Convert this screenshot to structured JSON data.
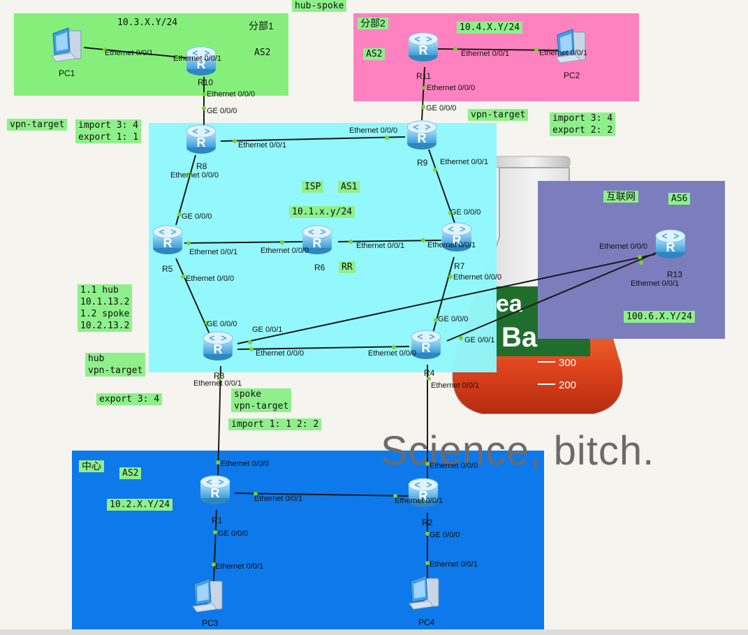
{
  "colors": {
    "branch1": "#86ef7c",
    "branch2": "#ff82c0",
    "isp": "#8ff8fb",
    "internet": "#7b7dbd",
    "center": "#0e79ea",
    "label_bg": "#8ef08a",
    "link": "#1a1a1a",
    "port_dot": "#7cd12a"
  },
  "top_label": "hub-spoke",
  "zones": {
    "branch1": {
      "title": "分部1",
      "as": "AS2",
      "subnet": "10.3.X.Y/24"
    },
    "branch2": {
      "title": "分部2",
      "as": "AS2",
      "subnet": "10.4.X.Y/24"
    },
    "isp": {
      "title": "ISP",
      "as": "AS1",
      "subnet": "10.1.x.y/24",
      "rr": "RR"
    },
    "internet": {
      "title": "互联网",
      "as": "AS6",
      "subnet": "100.6.X.Y/24"
    },
    "center": {
      "title": "中心",
      "as": "AS2",
      "subnet": "10.2.X.Y/24"
    }
  },
  "annotations": {
    "r8_vpn_target": "vpn-target",
    "r8_rt": "import 3: 4\nexport 1: 1",
    "r9_vpn_target": "vpn-target",
    "r9_rt": "import 3: 4\nexport 2: 2",
    "r3_routes": "1.1 hub\n10.1.13.2\n1.2 spoke\n10.2.13.2",
    "hub_vpn_target": "hub\nvpn-target",
    "hub_export": "export 3: 4",
    "spoke_vpn_target": "spoke\nvpn-target",
    "spoke_import": "import 1: 1 2: 2"
  },
  "devices": [
    {
      "id": "PC1",
      "kind": "pc"
    },
    {
      "id": "R10",
      "kind": "router"
    },
    {
      "id": "R11",
      "kind": "router"
    },
    {
      "id": "PC2",
      "kind": "pc"
    },
    {
      "id": "R8",
      "kind": "router"
    },
    {
      "id": "R9",
      "kind": "router"
    },
    {
      "id": "R5",
      "kind": "router"
    },
    {
      "id": "R6",
      "kind": "router"
    },
    {
      "id": "R7",
      "kind": "router"
    },
    {
      "id": "R3",
      "kind": "router"
    },
    {
      "id": "R4",
      "kind": "router"
    },
    {
      "id": "R13",
      "kind": "router"
    },
    {
      "id": "R1",
      "kind": "router"
    },
    {
      "id": "R2",
      "kind": "router"
    },
    {
      "id": "PC3",
      "kind": "pc"
    },
    {
      "id": "PC4",
      "kind": "pc"
    }
  ],
  "links": [
    {
      "a": "PC1",
      "b": "R10",
      "a_port": "Ethernet 0/0/1",
      "b_port": "Ethernet 0/0/1"
    },
    {
      "a": "R11",
      "b": "PC2",
      "a_port": "Ethernet 0/0/1",
      "b_port": "Ethernet 0/0/1"
    },
    {
      "a": "R10",
      "b": "R8",
      "a_port": "Ethernet 0/0/0",
      "b_port": "GE 0/0/0"
    },
    {
      "a": "R11",
      "b": "R9",
      "a_port": "Ethernet 0/0/0",
      "b_port": "GE 0/0/0"
    },
    {
      "a": "R8",
      "b": "R9",
      "a_port": "Ethernet 0/0/1",
      "b_port": "Ethernet 0/0/0"
    },
    {
      "a": "R8",
      "b": "R5",
      "a_port": "Ethernet 0/0/0",
      "b_port": "GE 0/0/0"
    },
    {
      "a": "R9",
      "b": "R7",
      "a_port": "Ethernet 0/0/1",
      "b_port": "GE 0/0/0"
    },
    {
      "a": "R5",
      "b": "R6",
      "a_port": "Ethernet 0/0/1",
      "b_port": "Ethernet 0/0/0"
    },
    {
      "a": "R6",
      "b": "R7",
      "a_port": "Ethernet 0/0/1",
      "b_port": "Ethernet 0/0/1"
    },
    {
      "a": "R5",
      "b": "R3",
      "a_port": "Ethernet 0/0/0",
      "b_port": "GE 0/0/0"
    },
    {
      "a": "R7",
      "b": "R4",
      "a_port": "Ethernet 0/0/0",
      "b_port": "GE 0/0/0"
    },
    {
      "a": "R3",
      "b": "R4",
      "a_port": "Ethernet 0/0/0",
      "b_port": "Ethernet 0/0/0"
    },
    {
      "a": "R3",
      "b": "R13",
      "a_port": "GE 0/0/1",
      "b_port": "Ethernet 0/0/0"
    },
    {
      "a": "R4",
      "b": "R13",
      "a_port": "GE 0/0/1",
      "b_port": "Ethernet 0/0/1"
    },
    {
      "a": "R3",
      "b": "R1",
      "a_port": "Ethernet 0/0/1",
      "b_port": "Ethernet 0/0/0"
    },
    {
      "a": "R4",
      "b": "R2",
      "a_port": "Ethernet 0/0/1",
      "b_port": "Ethernet 0/0/0"
    },
    {
      "a": "R1",
      "b": "R2",
      "a_port": "Ethernet 0/0/1",
      "b_port": "Ethernet 0/0/1"
    },
    {
      "a": "R1",
      "b": "PC3",
      "a_port": "GE 0/0/0",
      "b_port": "Ethernet 0/0/1"
    },
    {
      "a": "R2",
      "b": "PC4",
      "a_port": "GE 0/0/0",
      "b_port": "Ethernet 0/0/1"
    }
  ],
  "background": {
    "beaker_text_1": "ea",
    "beaker_text_2": "Ba",
    "tick_300": "300",
    "tick_200": "200",
    "watermark": "Science, bitch."
  }
}
